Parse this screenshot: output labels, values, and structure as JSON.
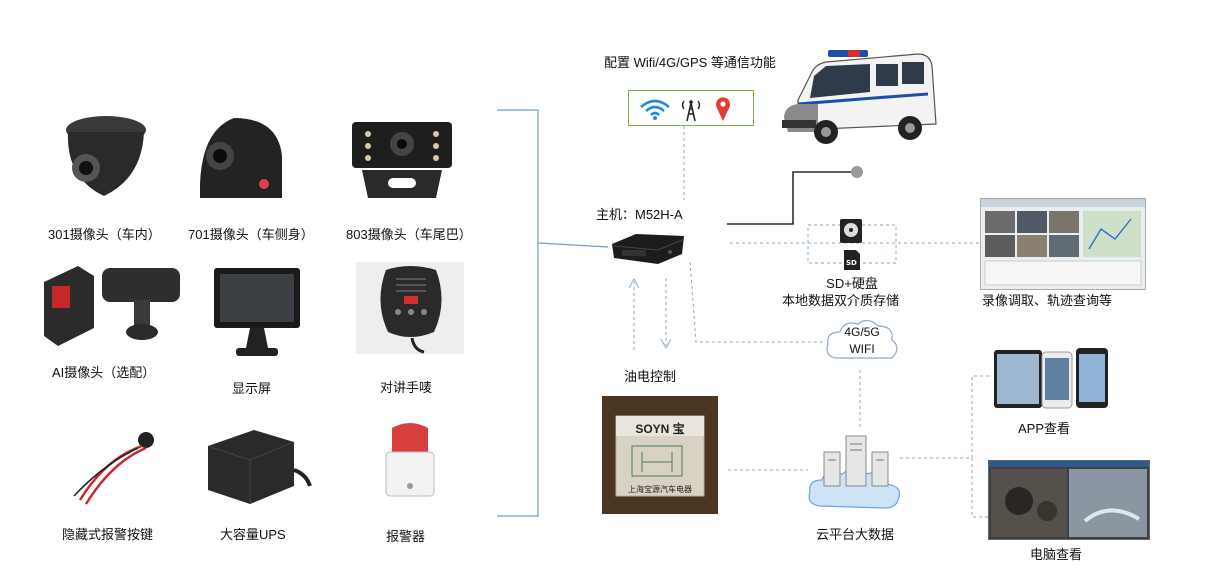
{
  "comm": {
    "title": "配置 Wifi/4G/GPS 等通信功能"
  },
  "host": {
    "label": "主机：M52H-A"
  },
  "devices": [
    {
      "label": "301摄像头（车内）",
      "icon": "dome-camera-icon"
    },
    {
      "label": "701摄像头（车侧身）",
      "icon": "side-camera-icon"
    },
    {
      "label": "803摄像头（车尾巴）",
      "icon": "rear-camera-icon"
    },
    {
      "label": "AI摄像头（选配）",
      "icon": "ai-camera-icon"
    },
    {
      "label": "显示屏",
      "icon": "monitor-icon"
    },
    {
      "label": "对讲手唛",
      "icon": "handheld-mic-icon"
    },
    {
      "label": "隐藏式报警按键",
      "icon": "alarm-button-icon"
    },
    {
      "label": "大容量UPS",
      "icon": "ups-icon"
    },
    {
      "label": "报警器",
      "icon": "siren-icon"
    }
  ],
  "storage": {
    "line1": "SD+硬盘",
    "line2": "本地数据双介质存储"
  },
  "network": {
    "line1": "4G/5G",
    "line2": "WIFI"
  },
  "oil": {
    "label": "油电控制"
  },
  "relay": {
    "brand": "SOYN 宝",
    "line2": "上海宝源汽车电器"
  },
  "cloud": {
    "label": "云平台大数据"
  },
  "outputs": {
    "playback": "录像调取、轨迹查询等",
    "app": "APP查看",
    "pc": "电脑查看"
  }
}
